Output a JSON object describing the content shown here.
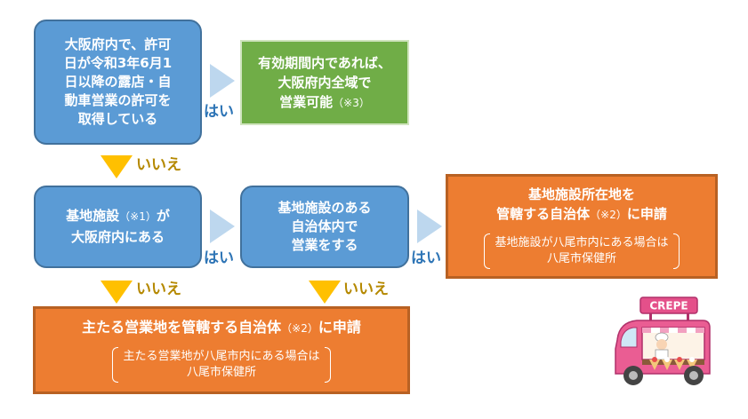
{
  "nodes": {
    "q1": {
      "lines": [
        "大阪府内で、許可",
        "日が令和3年6月1",
        "日以降の露店・自",
        "動車営業の許可を",
        "取得している"
      ]
    },
    "r1": {
      "lines": [
        "有効期間内であれば、",
        "大阪府内全域で"
      ],
      "last": "営業可能",
      "note": "（※3）"
    },
    "q2": {
      "line1": "基地施設",
      "note": "（※1）",
      "line1b": "が",
      "line2": "大阪府内にある"
    },
    "q3": {
      "lines": [
        "基地施設のある",
        "自治体内で",
        "営業をする"
      ]
    },
    "r2": {
      "line1": "基地施設所在地を",
      "line2": "管轄する自治体",
      "note": "（※2）",
      "line2b": "に申請",
      "sub": [
        "基地施設が八尾市内にある場合は",
        "八尾市保健所"
      ]
    },
    "r3": {
      "main": "主たる営業地を管轄する自治体",
      "note": "（※2）",
      "mainb": "に申請",
      "sub": [
        "主たる営業地が八尾市内にある場合は",
        "八尾市保健所"
      ]
    }
  },
  "labels": {
    "yes": "はい",
    "no": "いいえ"
  },
  "truck": {
    "sign": "CREPE"
  },
  "colors": {
    "blue": "#5b9bd5",
    "green": "#70ad47",
    "orange": "#ed7d31",
    "arrow_right": "#bdd7ee",
    "arrow_down": "#ffc000"
  }
}
